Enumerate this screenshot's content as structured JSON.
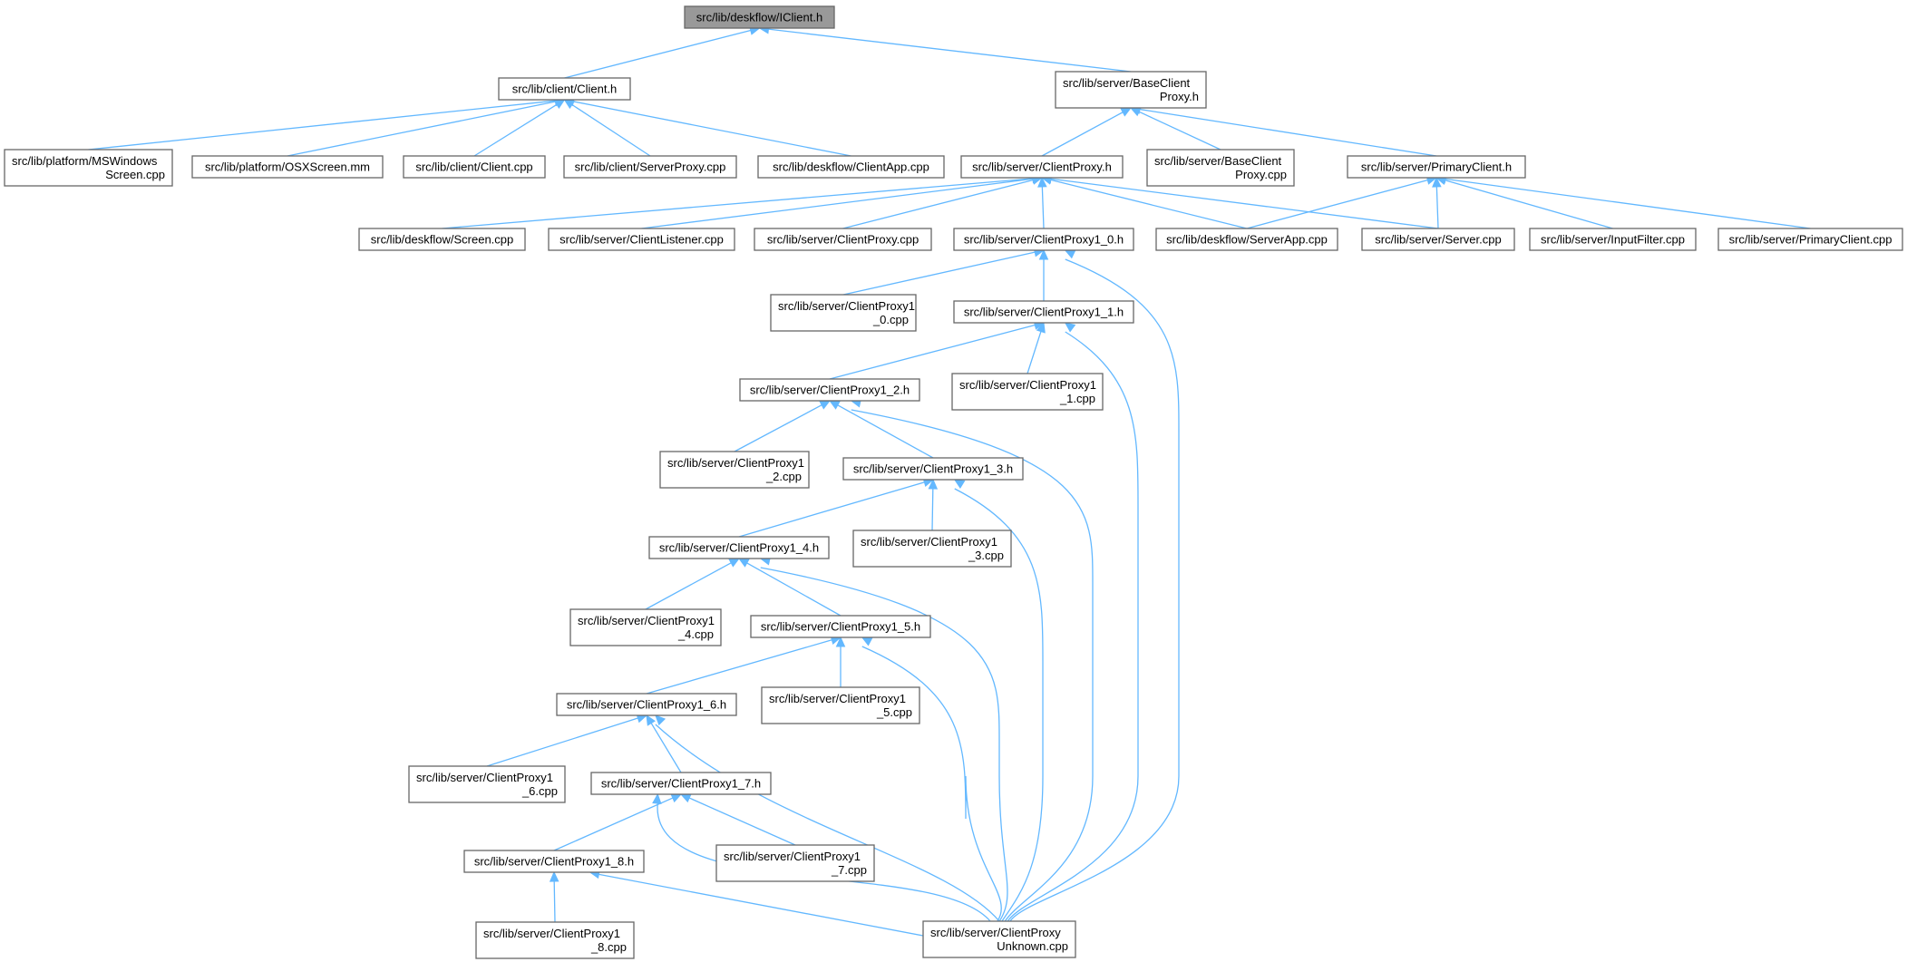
{
  "colors": {
    "edge": "#63b8ff",
    "node_border": "#666666",
    "root_fill": "#999999",
    "node_fill": "#ffffff"
  },
  "nodes": [
    {
      "id": "iclient",
      "lines": [
        "src/lib/deskflow/IClient.h"
      ],
      "root": true
    },
    {
      "id": "client_h",
      "lines": [
        "src/lib/client/Client.h"
      ]
    },
    {
      "id": "baseclientproxy_h",
      "lines": [
        "src/lib/server/BaseClient",
        "Proxy.h"
      ]
    },
    {
      "id": "mswindowsscreen",
      "lines": [
        "src/lib/platform/MSWindows",
        "Screen.cpp"
      ]
    },
    {
      "id": "osxscreen",
      "lines": [
        "src/lib/platform/OSXScreen.mm"
      ]
    },
    {
      "id": "client_cpp",
      "lines": [
        "src/lib/client/Client.cpp"
      ]
    },
    {
      "id": "serverproxy_cpp",
      "lines": [
        "src/lib/client/ServerProxy.cpp"
      ]
    },
    {
      "id": "clientapp_cpp",
      "lines": [
        "src/lib/deskflow/ClientApp.cpp"
      ]
    },
    {
      "id": "clientproxy_h",
      "lines": [
        "src/lib/server/ClientProxy.h"
      ]
    },
    {
      "id": "baseclientproxy_cpp",
      "lines": [
        "src/lib/server/BaseClient",
        "Proxy.cpp"
      ]
    },
    {
      "id": "primaryclient_h",
      "lines": [
        "src/lib/server/PrimaryClient.h"
      ]
    },
    {
      "id": "screen_cpp",
      "lines": [
        "src/lib/deskflow/Screen.cpp"
      ]
    },
    {
      "id": "clientlistener_cpp",
      "lines": [
        "src/lib/server/ClientListener.cpp"
      ]
    },
    {
      "id": "clientproxy_cpp",
      "lines": [
        "src/lib/server/ClientProxy.cpp"
      ]
    },
    {
      "id": "cp1_0_h",
      "lines": [
        "src/lib/server/ClientProxy1_0.h"
      ]
    },
    {
      "id": "serverapp_cpp",
      "lines": [
        "src/lib/deskflow/ServerApp.cpp"
      ]
    },
    {
      "id": "server_cpp",
      "lines": [
        "src/lib/server/Server.cpp"
      ]
    },
    {
      "id": "inputfilter_cpp",
      "lines": [
        "src/lib/server/InputFilter.cpp"
      ]
    },
    {
      "id": "primaryclient_cpp",
      "lines": [
        "src/lib/server/PrimaryClient.cpp"
      ]
    },
    {
      "id": "cp1_0_cpp",
      "lines": [
        "src/lib/server/ClientProxy1",
        "_0.cpp"
      ]
    },
    {
      "id": "cp1_1_h",
      "lines": [
        "src/lib/server/ClientProxy1_1.h"
      ]
    },
    {
      "id": "cp1_2_h",
      "lines": [
        "src/lib/server/ClientProxy1_2.h"
      ]
    },
    {
      "id": "cp1_1_cpp",
      "lines": [
        "src/lib/server/ClientProxy1",
        "_1.cpp"
      ]
    },
    {
      "id": "cp1_2_cpp",
      "lines": [
        "src/lib/server/ClientProxy1",
        "_2.cpp"
      ]
    },
    {
      "id": "cp1_3_h",
      "lines": [
        "src/lib/server/ClientProxy1_3.h"
      ]
    },
    {
      "id": "cp1_4_h",
      "lines": [
        "src/lib/server/ClientProxy1_4.h"
      ]
    },
    {
      "id": "cp1_3_cpp",
      "lines": [
        "src/lib/server/ClientProxy1",
        "_3.cpp"
      ]
    },
    {
      "id": "cp1_4_cpp",
      "lines": [
        "src/lib/server/ClientProxy1",
        "_4.cpp"
      ]
    },
    {
      "id": "cp1_5_h",
      "lines": [
        "src/lib/server/ClientProxy1_5.h"
      ]
    },
    {
      "id": "cp1_6_h",
      "lines": [
        "src/lib/server/ClientProxy1_6.h"
      ]
    },
    {
      "id": "cp1_5_cpp",
      "lines": [
        "src/lib/server/ClientProxy1",
        "_5.cpp"
      ]
    },
    {
      "id": "cp1_6_cpp",
      "lines": [
        "src/lib/server/ClientProxy1",
        "_6.cpp"
      ]
    },
    {
      "id": "cp1_7_h",
      "lines": [
        "src/lib/server/ClientProxy1_7.h"
      ]
    },
    {
      "id": "cp1_8_h",
      "lines": [
        "src/lib/server/ClientProxy1_8.h"
      ]
    },
    {
      "id": "cp1_7_cpp",
      "lines": [
        "src/lib/server/ClientProxy1",
        "_7.cpp"
      ]
    },
    {
      "id": "cp1_8_cpp",
      "lines": [
        "src/lib/server/ClientProxy1",
        "_8.cpp"
      ]
    },
    {
      "id": "cpunknown_cpp",
      "lines": [
        "src/lib/server/ClientProxy",
        "Unknown.cpp"
      ]
    }
  ],
  "edges": [
    {
      "from": "iclient",
      "to": "client_h"
    },
    {
      "from": "iclient",
      "to": "baseclientproxy_h"
    },
    {
      "from": "client_h",
      "to": "mswindowsscreen"
    },
    {
      "from": "client_h",
      "to": "osxscreen"
    },
    {
      "from": "client_h",
      "to": "client_cpp"
    },
    {
      "from": "client_h",
      "to": "serverproxy_cpp"
    },
    {
      "from": "client_h",
      "to": "clientapp_cpp"
    },
    {
      "from": "baseclientproxy_h",
      "to": "clientproxy_h"
    },
    {
      "from": "baseclientproxy_h",
      "to": "baseclientproxy_cpp"
    },
    {
      "from": "baseclientproxy_h",
      "to": "primaryclient_h"
    },
    {
      "from": "clientproxy_h",
      "to": "screen_cpp"
    },
    {
      "from": "clientproxy_h",
      "to": "clientlistener_cpp"
    },
    {
      "from": "clientproxy_h",
      "to": "clientproxy_cpp"
    },
    {
      "from": "clientproxy_h",
      "to": "cp1_0_h"
    },
    {
      "from": "clientproxy_h",
      "to": "serverapp_cpp"
    },
    {
      "from": "clientproxy_h",
      "to": "server_cpp"
    },
    {
      "from": "primaryclient_h",
      "to": "serverapp_cpp"
    },
    {
      "from": "primaryclient_h",
      "to": "server_cpp"
    },
    {
      "from": "primaryclient_h",
      "to": "inputfilter_cpp"
    },
    {
      "from": "primaryclient_h",
      "to": "primaryclient_cpp"
    },
    {
      "from": "cp1_0_h",
      "to": "cp1_0_cpp"
    },
    {
      "from": "cp1_0_h",
      "to": "cp1_1_h"
    },
    {
      "from": "cp1_0_h",
      "to": "cpunknown_cpp"
    },
    {
      "from": "cp1_1_h",
      "to": "cp1_2_h"
    },
    {
      "from": "cp1_1_h",
      "to": "cp1_1_cpp"
    },
    {
      "from": "cp1_1_h",
      "to": "cpunknown_cpp"
    },
    {
      "from": "cp1_2_h",
      "to": "cp1_2_cpp"
    },
    {
      "from": "cp1_2_h",
      "to": "cp1_3_h"
    },
    {
      "from": "cp1_2_h",
      "to": "cpunknown_cpp"
    },
    {
      "from": "cp1_3_h",
      "to": "cp1_4_h"
    },
    {
      "from": "cp1_3_h",
      "to": "cp1_3_cpp"
    },
    {
      "from": "cp1_3_h",
      "to": "cpunknown_cpp"
    },
    {
      "from": "cp1_4_h",
      "to": "cp1_4_cpp"
    },
    {
      "from": "cp1_4_h",
      "to": "cp1_5_h"
    },
    {
      "from": "cp1_4_h",
      "to": "cpunknown_cpp"
    },
    {
      "from": "cp1_5_h",
      "to": "cp1_6_h"
    },
    {
      "from": "cp1_5_h",
      "to": "cp1_5_cpp"
    },
    {
      "from": "cp1_5_h",
      "to": "cpunknown_cpp"
    },
    {
      "from": "cp1_6_h",
      "to": "cp1_6_cpp"
    },
    {
      "from": "cp1_6_h",
      "to": "cp1_7_h"
    },
    {
      "from": "cp1_6_h",
      "to": "cpunknown_cpp"
    },
    {
      "from": "cp1_7_h",
      "to": "cp1_8_h"
    },
    {
      "from": "cp1_7_h",
      "to": "cp1_7_cpp"
    },
    {
      "from": "cp1_7_h",
      "to": "cpunknown_cpp"
    },
    {
      "from": "cp1_8_h",
      "to": "cp1_8_cpp"
    },
    {
      "from": "cp1_8_h",
      "to": "cpunknown_cpp"
    }
  ]
}
